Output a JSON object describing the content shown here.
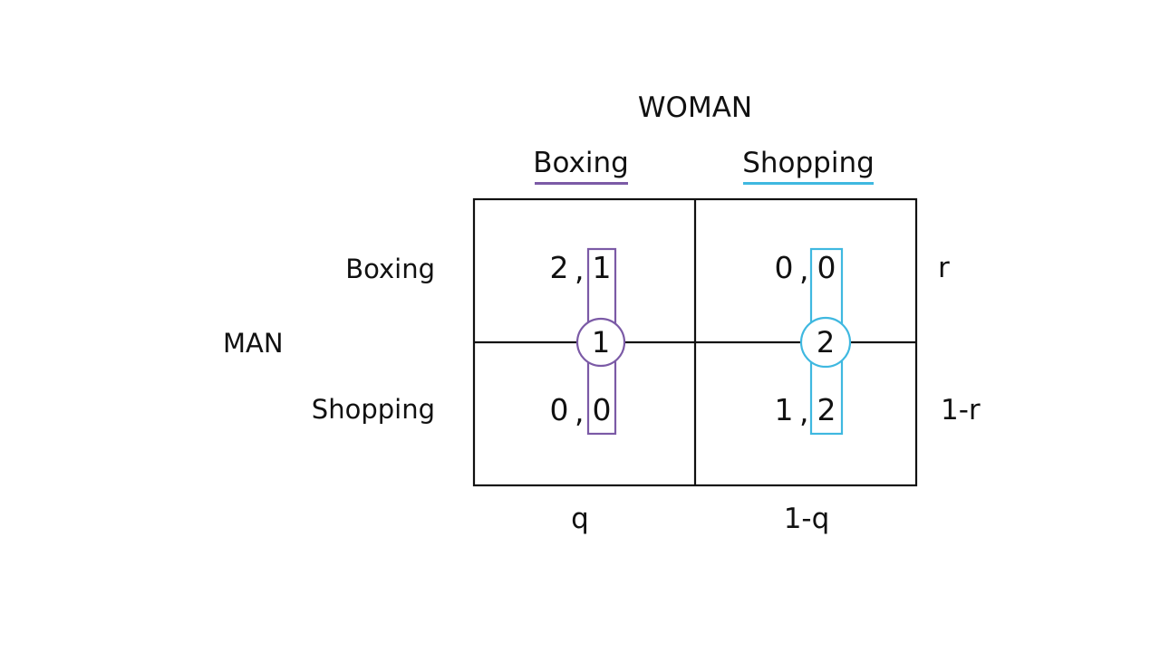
{
  "player_column": "WOMAN",
  "player_row": "MAN",
  "column_strategies": [
    {
      "label": "Boxing",
      "color": "#7b5aa6"
    },
    {
      "label": "Shopping",
      "color": "#3fb8e0"
    }
  ],
  "row_strategies": [
    {
      "label": "Boxing"
    },
    {
      "label": "Shopping"
    }
  ],
  "payoffs": [
    [
      {
        "man": "2",
        "woman": "1"
      },
      {
        "man": "0",
        "woman": "0"
      }
    ],
    [
      {
        "man": "0",
        "woman": "0"
      },
      {
        "man": "1",
        "woman": "2"
      }
    ]
  ],
  "separator": ",",
  "column_probabilities": [
    "q",
    "1-q"
  ],
  "row_probabilities": [
    "r",
    "1-r"
  ],
  "best_response_markers": [
    {
      "number": "1",
      "color": "#7b5aa6"
    },
    {
      "number": "2",
      "color": "#3fb8e0"
    }
  ],
  "grid_color": "#111111"
}
